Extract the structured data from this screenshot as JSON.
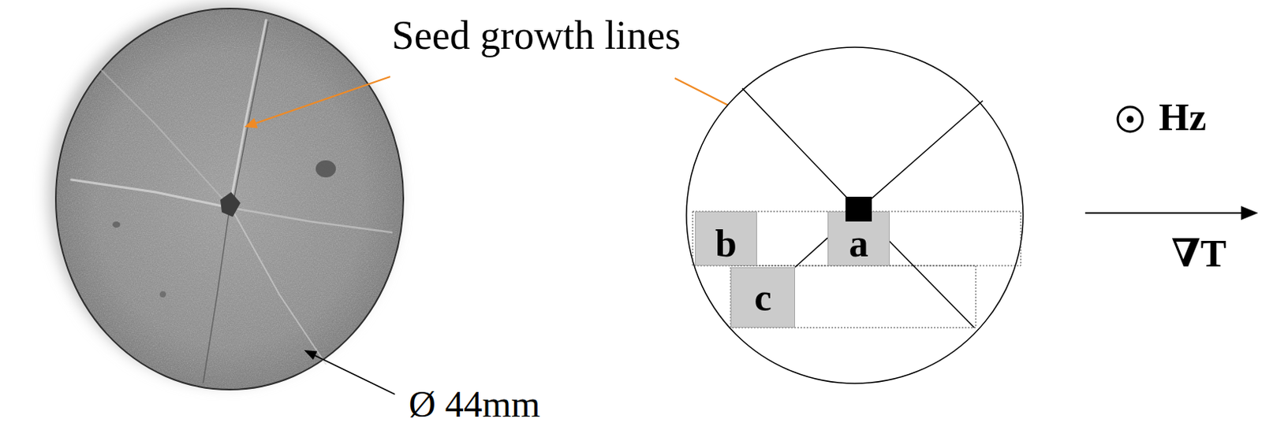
{
  "diagram": {
    "nodes": [
      {
        "text": [
          "b"
        ]
      },
      {
        "text": [
          "a"
        ]
      },
      {
        "text": [
          "c"
        ]
      }
    ],
    "edges": [
      {
        "from": 2,
        "to": 1,
        "arrow": "none"
      }
    ],
    "labels": [
      "Seed growth lines",
      "Ø 44mm",
      "Hz",
      "∇T"
    ]
  }
}
